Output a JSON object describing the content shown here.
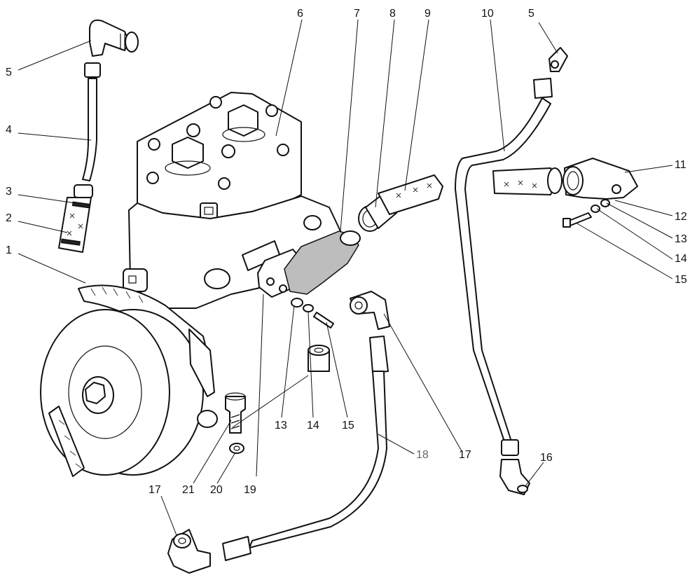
{
  "colors": {
    "ink": "#111111",
    "paper": "#ffffff",
    "muted_label": "#666666"
  },
  "callouts": {
    "c1": "1",
    "c2": "2",
    "c3": "3",
    "c4": "4",
    "c5a": "5",
    "c5b": "5",
    "c6": "6",
    "c7": "7",
    "c8": "8",
    "c9": "9",
    "c10": "10",
    "c11": "11",
    "c12": "12",
    "c13a": "13",
    "c13b": "13",
    "c14a": "14",
    "c14b": "14",
    "c15a": "15",
    "c15b": "15",
    "c16": "16",
    "c17a": "17",
    "c17b": "17",
    "c18": "18",
    "c19": "19",
    "c20": "20",
    "c21": "21"
  }
}
